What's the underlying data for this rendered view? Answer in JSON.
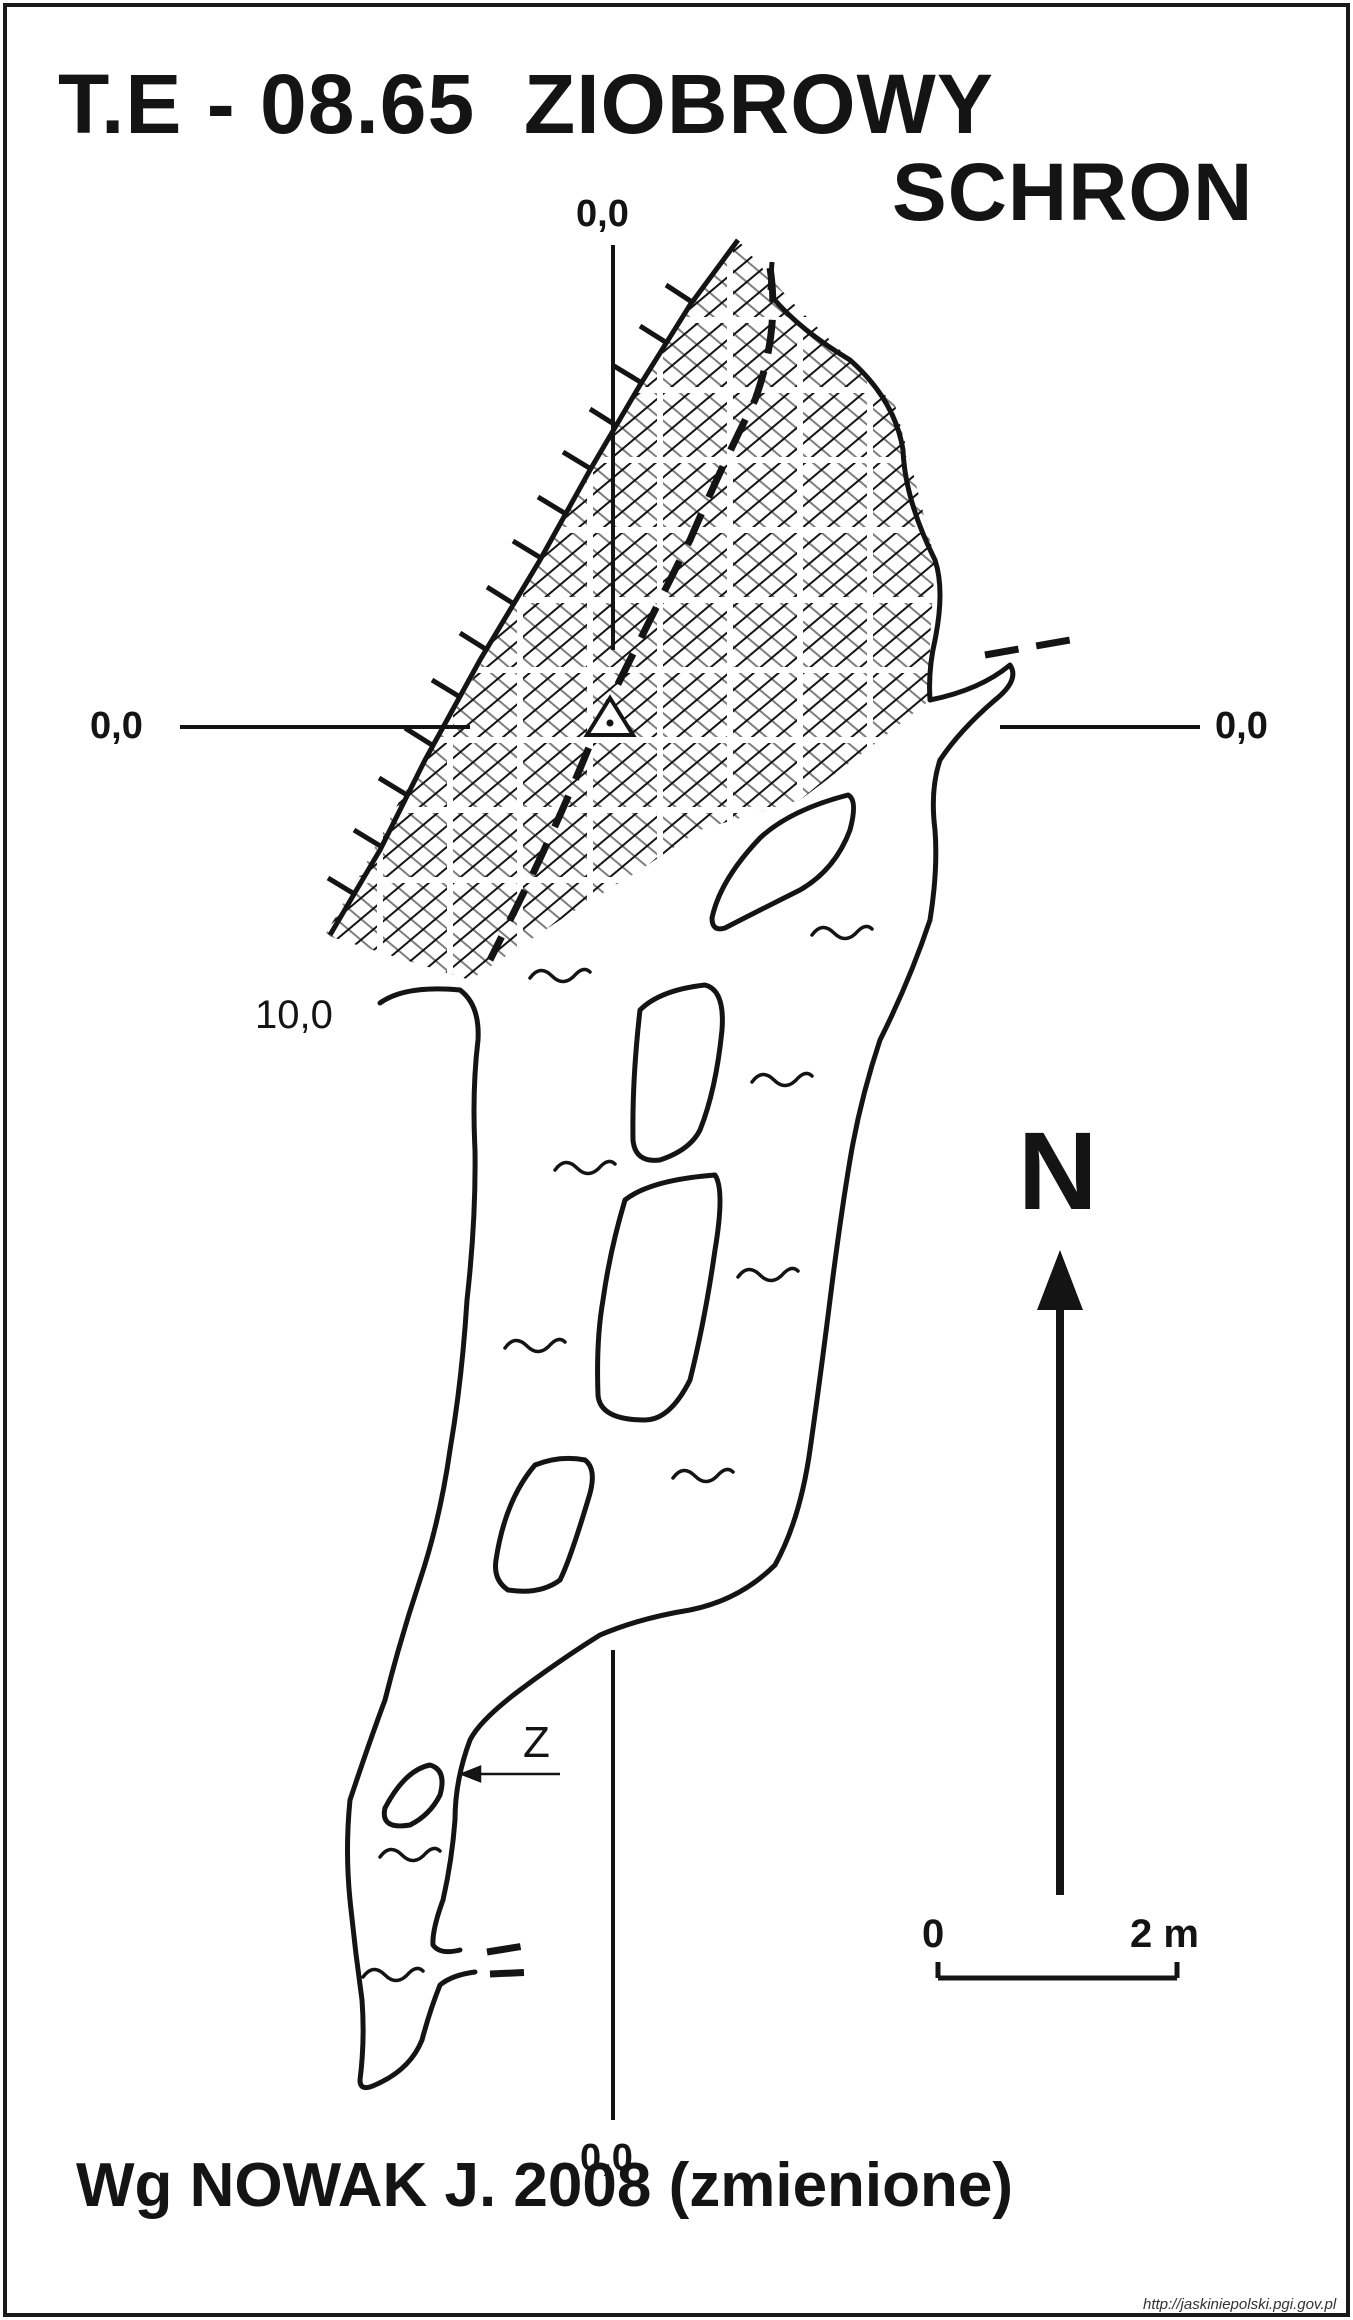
{
  "title": {
    "code": "T.E - 08.65",
    "name_line1": "ZIOBROWY",
    "name_line2": "SCHRON"
  },
  "coordinates": {
    "top": "0,0",
    "left": "0,0",
    "right": "0,0",
    "bottom": "0,0",
    "depth_marker": "10,0"
  },
  "north_label": "N",
  "scale_bar": {
    "start": "0",
    "end": "2 m"
  },
  "entrance_label": "Z",
  "credit": "Wg  NOWAK J. 2008 (zmienione)",
  "source_url": "http://jaskiniepolski.pgi.gov.pl",
  "colors": {
    "ink": "#141414",
    "background": "#ffffff"
  }
}
